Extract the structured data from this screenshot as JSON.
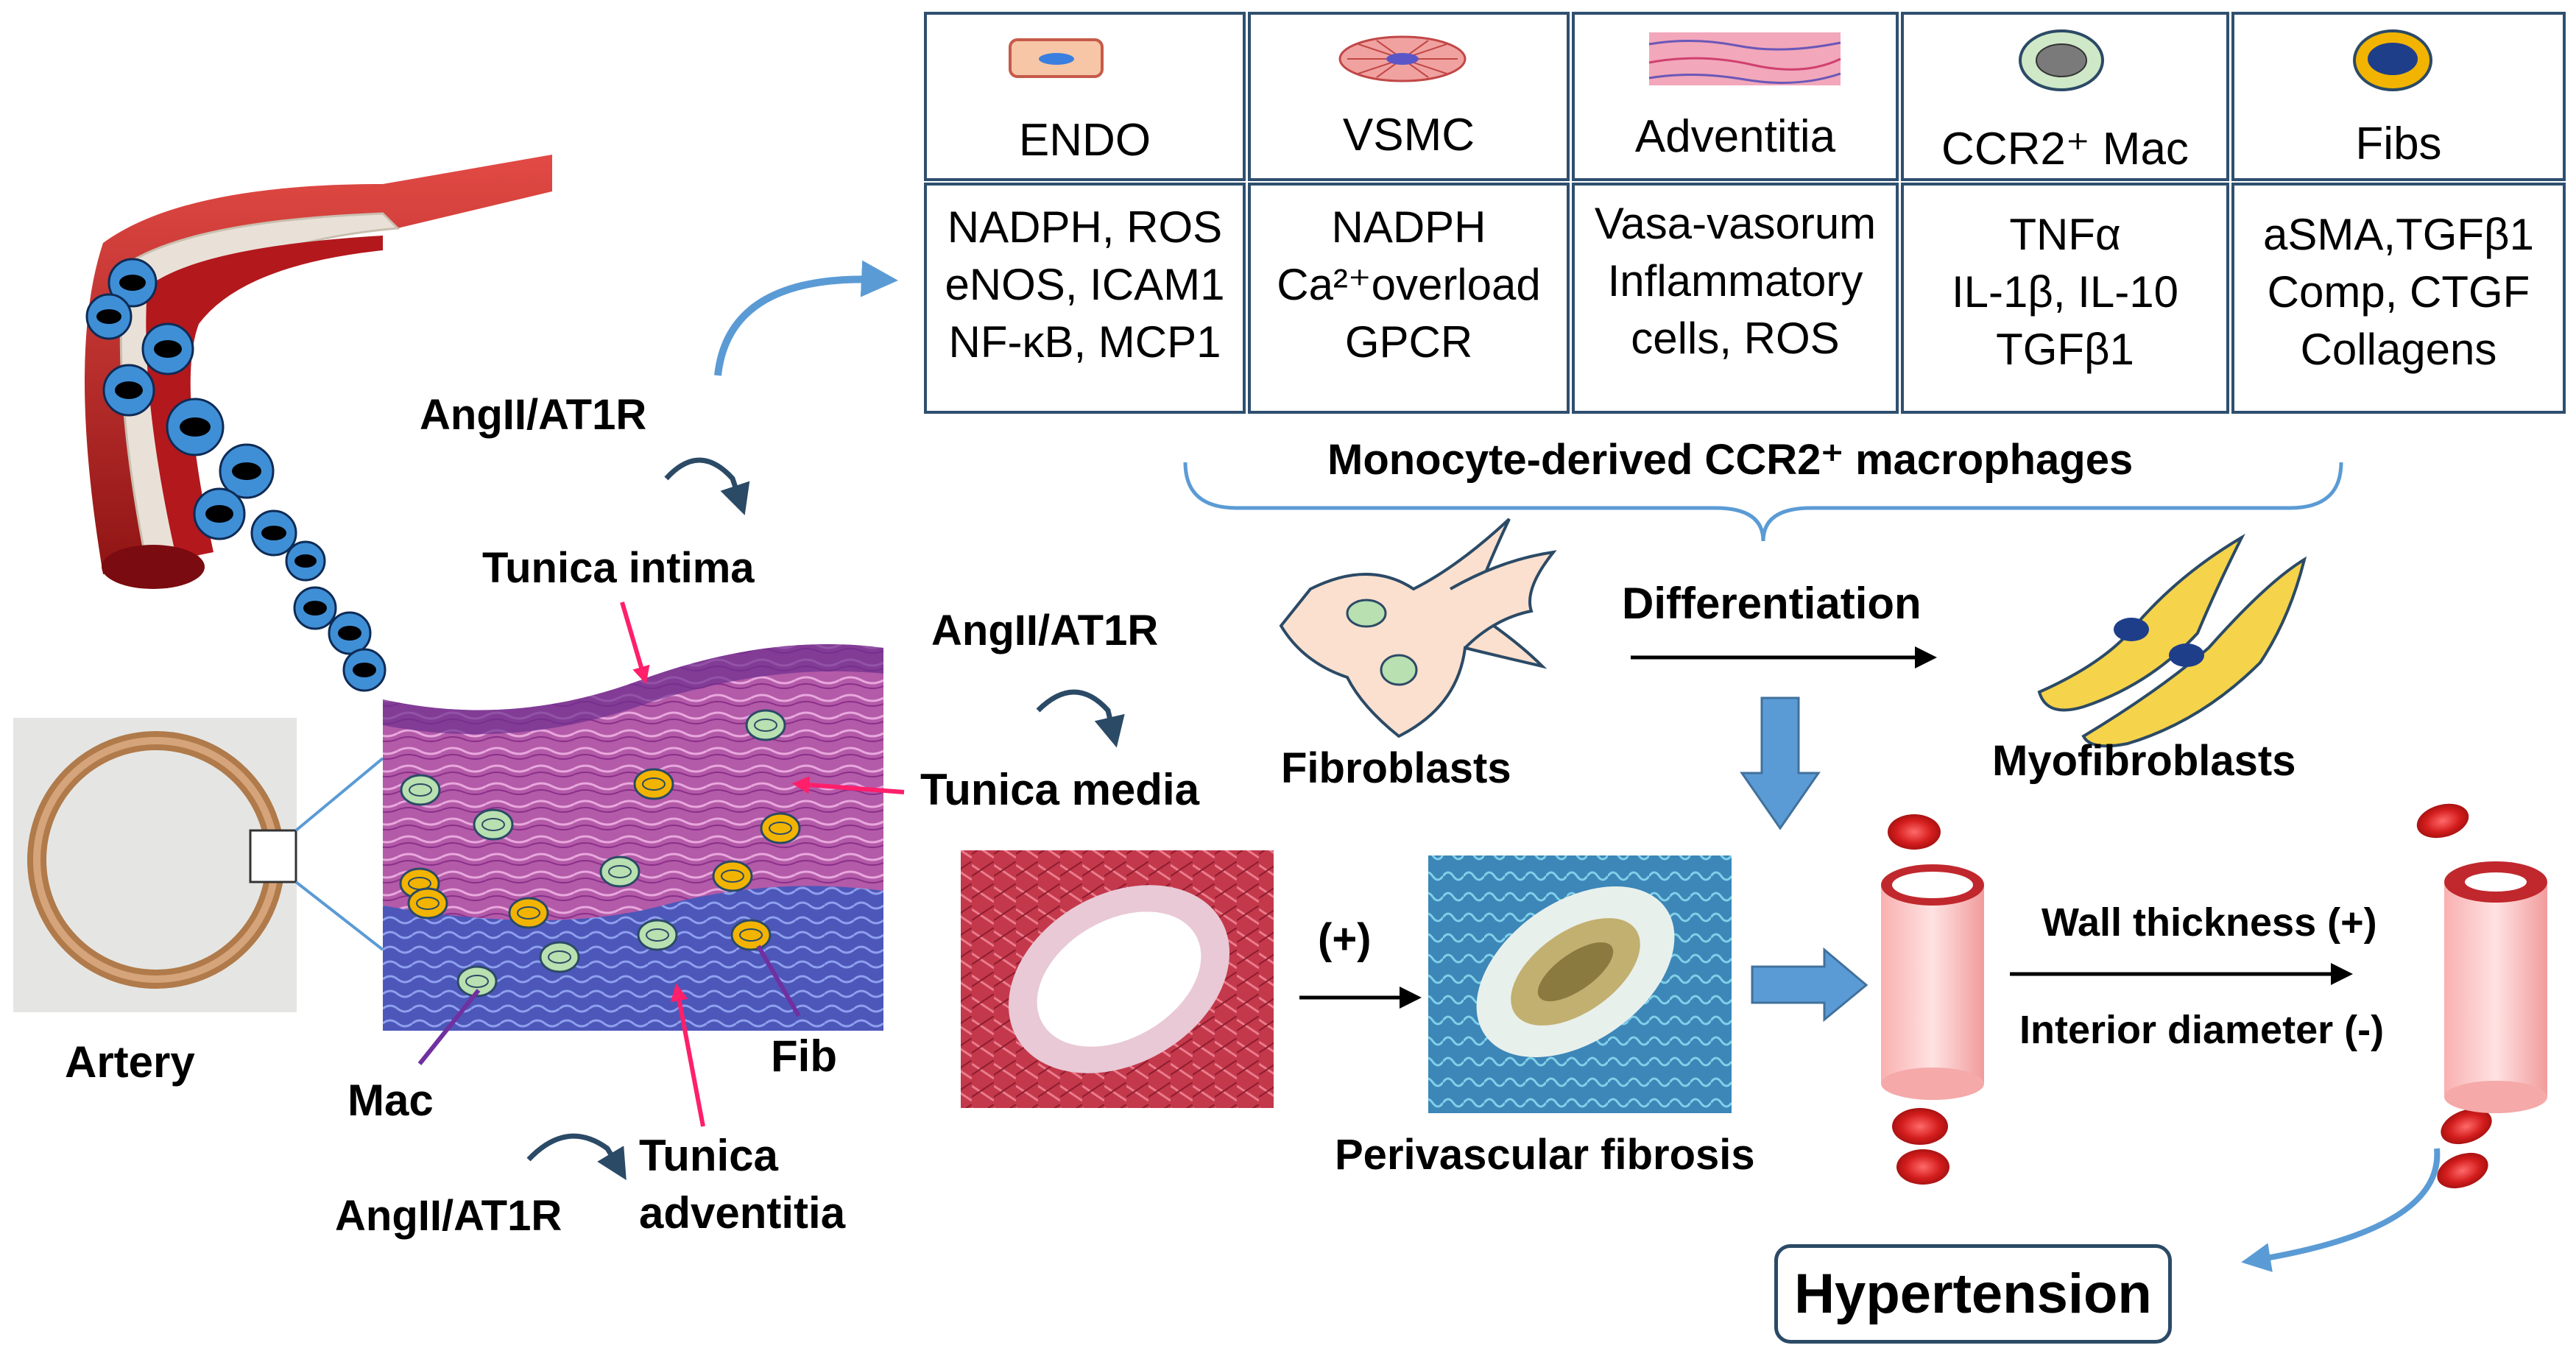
{
  "cell_table": [
    {
      "name": "ENDO",
      "lines": [
        "NADPH, ROS",
        "eNOS, ICAM1",
        "NF-κB, MCP1"
      ]
    },
    {
      "name": "VSMC",
      "lines": [
        "NADPH",
        "Ca²⁺overload",
        "GPCR"
      ]
    },
    {
      "name": "Adventitia",
      "lines": [
        "Vasa-vasorum",
        "Inflammatory",
        "cells, ROS"
      ]
    },
    {
      "name": "CCR2⁺ Mac",
      "lines": [
        "TNFα",
        "IL-1β, IL-10",
        "TGFβ1"
      ]
    },
    {
      "name": "Fibs",
      "lines": [
        "aSMA,TGFβ1",
        "Comp,  CTGF",
        "Collagens"
      ]
    }
  ],
  "labels": {
    "angii_top": "AngII/AT1R",
    "angii_mid": "AngII/AT1R",
    "angii_bottom": "AngII/AT1R",
    "tunica_intima": "Tunica intima",
    "tunica_media": "Tunica  media",
    "tunica_adventitia_1": "Tunica",
    "tunica_adventitia_2": "adventitia",
    "artery": "Artery",
    "mac": "Mac",
    "fib": "Fib",
    "monocyte": "Monocyte-derived  CCR2⁺ macrophages",
    "fibroblasts": "Fibroblasts",
    "differentiation": "Differentiation",
    "myofibroblasts": "Myofibroblasts",
    "plus": "(+)",
    "perivascular": "Perivascular  fibrosis",
    "wall_thickness": "Wall thickness (+)",
    "interior_diameter": "Interior diameter (-)",
    "hypertension": "Hypertension"
  },
  "colors": {
    "arrow_blue": "#5b9bd5",
    "box_border": "#2f4f6f",
    "pink_arrow": "#ff1f6b",
    "purple_line": "#7030a0",
    "vessel_red": "#c0282d",
    "cell_blue": "#3f8fd6",
    "fib_green": "#a9d9a8",
    "myofib_yellow": "#f5d34a"
  },
  "icons": [
    "endothelial-cell-icon",
    "vsmc-icon",
    "adventitia-tissue-icon",
    "macrophage-icon",
    "fibroblast-icon",
    "blood-vessel-illustration",
    "artery-micrograph",
    "tunica-histology",
    "fibroblast-cells",
    "myofibroblast-cells",
    "red-blood-cell",
    "vessel-cylinder"
  ]
}
